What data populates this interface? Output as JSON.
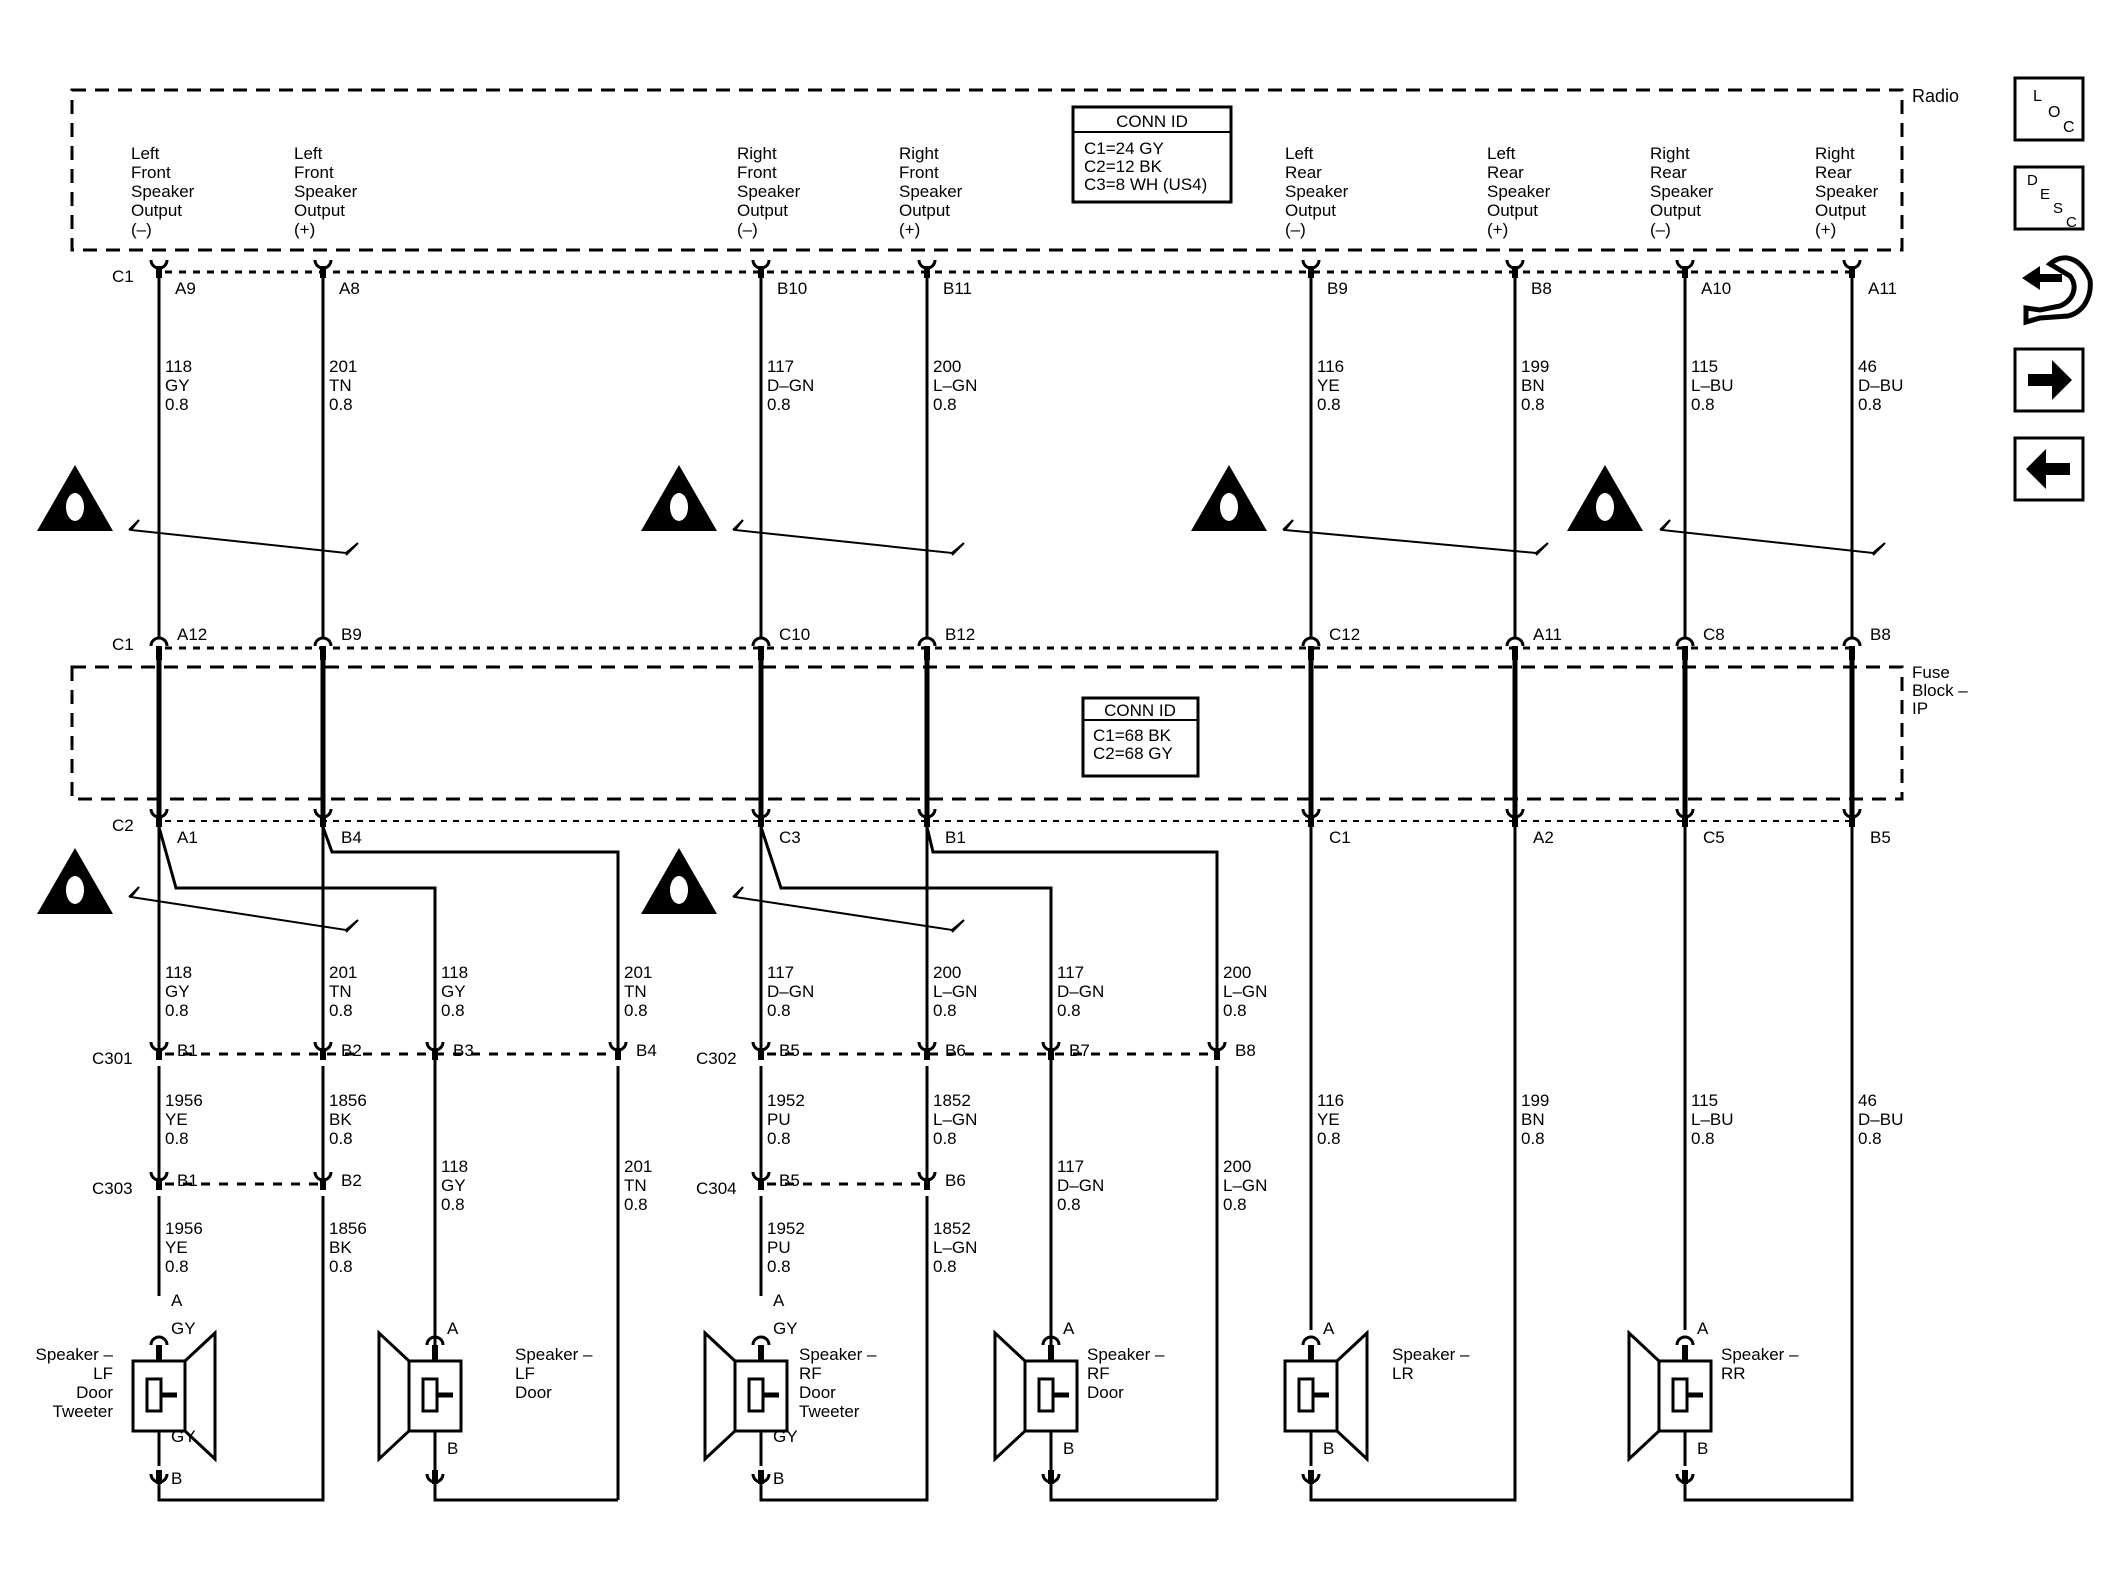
{
  "radio": {
    "label": "Radio",
    "conn_title": "CONN ID",
    "conn_lines": [
      "C1=24 GY",
      "C2=12 BK",
      "C3=8 WH (US4)"
    ],
    "connector": "C1",
    "outputs": [
      {
        "lines": [
          "Left",
          "Front",
          "Speaker",
          "Output",
          "(–)"
        ],
        "pin": "A9"
      },
      {
        "lines": [
          "Left",
          "Front",
          "Speaker",
          "Output",
          "(+)"
        ],
        "pin": "A8"
      },
      {
        "lines": [
          "Right",
          "Front",
          "Speaker",
          "Output",
          "(–)"
        ],
        "pin": "B10"
      },
      {
        "lines": [
          "Right",
          "Front",
          "Speaker",
          "Output",
          "(+)"
        ],
        "pin": "B11"
      },
      {
        "lines": [
          "Left",
          "Rear",
          "Speaker",
          "Output",
          "(–)"
        ],
        "pin": "B9"
      },
      {
        "lines": [
          "Left",
          "Rear",
          "Speaker",
          "Output",
          "(+)"
        ],
        "pin": "B8"
      },
      {
        "lines": [
          "Right",
          "Rear",
          "Speaker",
          "Output",
          "(–)"
        ],
        "pin": "A10"
      },
      {
        "lines": [
          "Right",
          "Rear",
          "Speaker",
          "Output",
          "(+)"
        ],
        "pin": "A11"
      }
    ]
  },
  "radio_wires": [
    [
      "118",
      "GY",
      "0.8"
    ],
    [
      "201",
      "TN",
      "0.8"
    ],
    [
      "117",
      "D–GN",
      "0.8"
    ],
    [
      "200",
      "L–GN",
      "0.8"
    ],
    [
      "116",
      "YE",
      "0.8"
    ],
    [
      "199",
      "BN",
      "0.8"
    ],
    [
      "115",
      "L–BU",
      "0.8"
    ],
    [
      "46",
      "D–BU",
      "0.8"
    ]
  ],
  "fuse_block": {
    "label_lines": [
      "Fuse",
      "Block –",
      "IP"
    ],
    "conn_title": "CONN ID",
    "conn_lines": [
      "C1=68 BK",
      "C2=68 GY"
    ],
    "top_connector": "C1",
    "top_pins": [
      "A12",
      "B9",
      "C10",
      "B12",
      "C12",
      "A11",
      "C8",
      "B8"
    ],
    "bottom_connector": "C2",
    "bottom_pins": [
      "A1",
      "B4",
      "C3",
      "B1",
      "C1",
      "A2",
      "C5",
      "B5"
    ]
  },
  "mid_wires": [
    [
      "118",
      "GY",
      "0.8"
    ],
    [
      "201",
      "TN",
      "0.8"
    ],
    [
      "118",
      "GY",
      "0.8"
    ],
    [
      "201",
      "TN",
      "0.8"
    ],
    [
      "117",
      "D–GN",
      "0.8"
    ],
    [
      "200",
      "L–GN",
      "0.8"
    ],
    [
      "117",
      "D–GN",
      "0.8"
    ],
    [
      "200",
      "L–GN",
      "0.8"
    ]
  ],
  "c301": {
    "name": "C301",
    "pins": [
      "B1",
      "B2",
      "B3",
      "B4"
    ]
  },
  "c302": {
    "name": "C302",
    "pins": [
      "B5",
      "B6",
      "B7",
      "B8"
    ]
  },
  "c303": {
    "name": "C303",
    "pins": [
      "B1",
      "B2"
    ]
  },
  "c304": {
    "name": "C304",
    "pins": [
      "B5",
      "B6"
    ]
  },
  "lower_wires_a": [
    [
      "1956",
      "YE",
      "0.8"
    ],
    [
      "1856",
      "BK",
      "0.8"
    ],
    [
      "1952",
      "PU",
      "0.8"
    ],
    [
      "1852",
      "L–GN",
      "0.8"
    ]
  ],
  "lower_wires_b": [
    [
      "118",
      "GY",
      "0.8"
    ],
    [
      "201",
      "TN",
      "0.8"
    ],
    [
      "117",
      "D–GN",
      "0.8"
    ],
    [
      "200",
      "L–GN",
      "0.8"
    ]
  ],
  "rear_wires": [
    [
      "116",
      "YE",
      "0.8"
    ],
    [
      "199",
      "BN",
      "0.8"
    ],
    [
      "115",
      "L–BU",
      "0.8"
    ],
    [
      "46",
      "D–BU",
      "0.8"
    ]
  ],
  "tweeter_wires": [
    [
      "1956",
      "YE",
      "0.8"
    ],
    [
      "1856",
      "BK",
      "0.8"
    ],
    [
      "1952",
      "PU",
      "0.8"
    ],
    [
      "1852",
      "L–GN",
      "0.8"
    ]
  ],
  "speakers": {
    "lf_tweeter": {
      "lines": [
        "Speaker –",
        "LF",
        "Door",
        "Tweeter"
      ],
      "pin_a": "A",
      "pin_b": "B",
      "wire_a": "GY",
      "wire_b": "GY"
    },
    "lf_door": {
      "lines": [
        "Speaker –",
        "LF",
        "Door"
      ],
      "pin_a": "A",
      "pin_b": "B"
    },
    "rf_tweeter": {
      "lines": [
        "Speaker –",
        "RF",
        "Door",
        "Tweeter"
      ],
      "pin_a": "A",
      "pin_b": "B",
      "wire_a": "GY",
      "wire_b": "GY"
    },
    "rf_door": {
      "lines": [
        "Speaker –",
        "RF",
        "Door"
      ],
      "pin_a": "A",
      "pin_b": "B"
    },
    "lr": {
      "lines": [
        "Speaker –",
        "LR"
      ],
      "pin_a": "A",
      "pin_b": "B"
    },
    "rr": {
      "lines": [
        "Speaker –",
        "RR"
      ],
      "pin_a": "A",
      "pin_b": "B"
    }
  },
  "nav": {
    "loc": [
      "L",
      "O",
      "C"
    ],
    "desc": [
      "D",
      "E",
      "S",
      "C"
    ],
    "icons": [
      "connector-icon",
      "arrow-right-icon",
      "arrow-left-icon"
    ]
  }
}
